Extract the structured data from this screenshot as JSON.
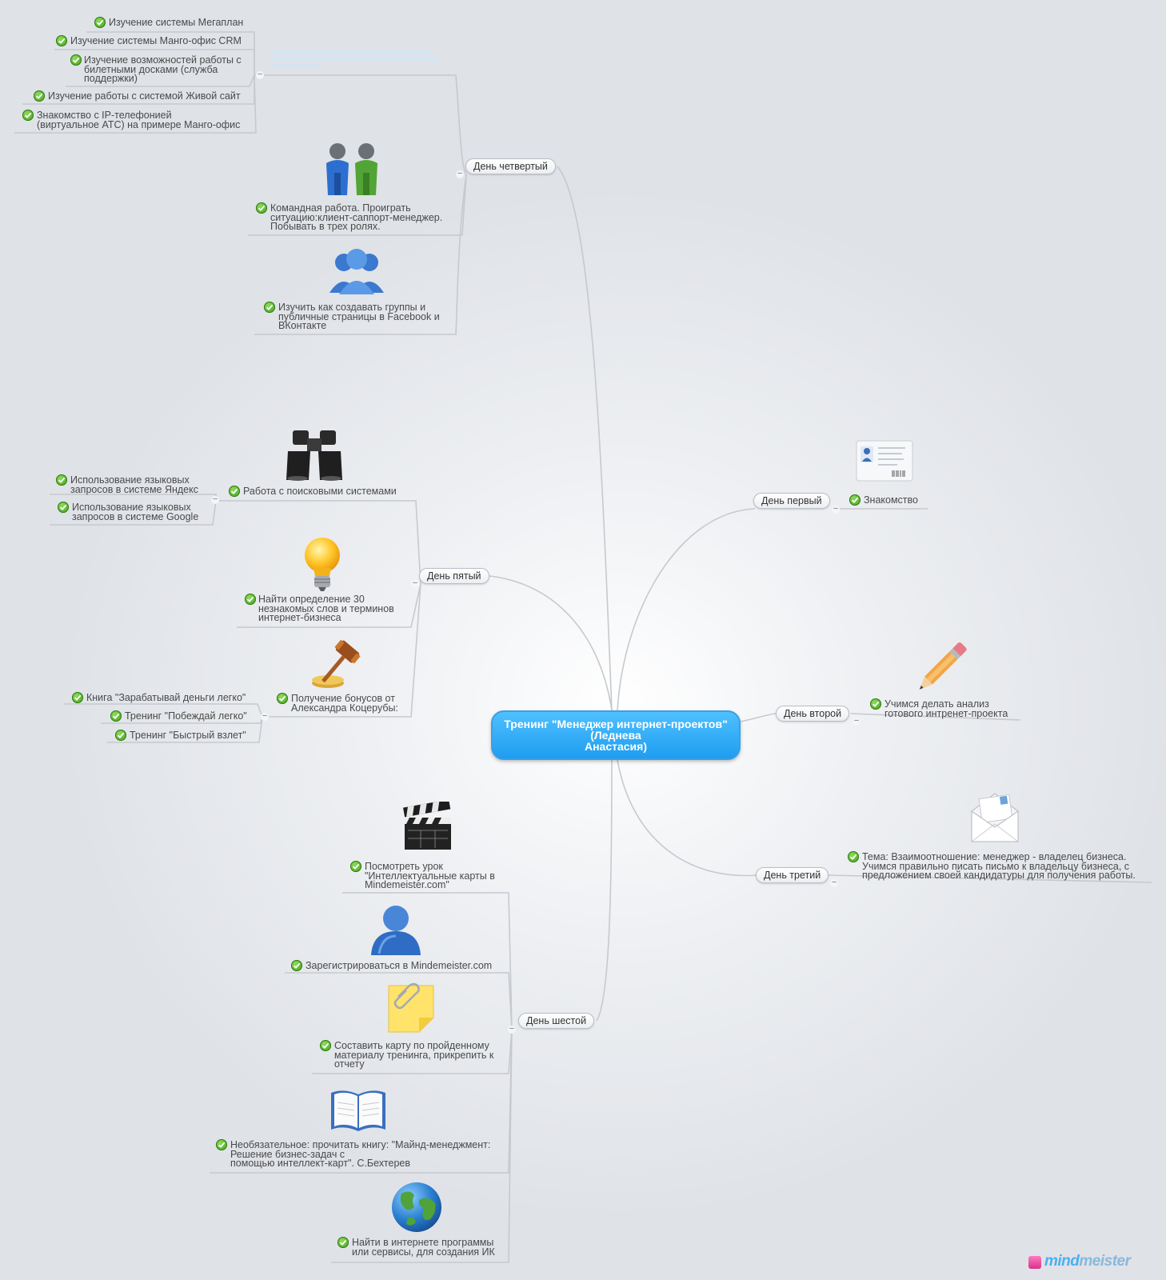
{
  "central_topic": "Тренинг \"Менеджер интернет-проектов\"\n(Леднева\nАнастасия)",
  "days": {
    "d1": "День первый",
    "d2": "День второй",
    "d3": "День третий",
    "d4": "День четвертый",
    "d5": "День пятый",
    "d6": "День шестой"
  },
  "nodes": {
    "d1_1": "Знакомство",
    "d2_1": "Учимся делать анализ\nготового интренет-проекта",
    "d3_1": "Тема: Взаимоотношение: менеджер - владелец бизнеса.\nУчимся правильно писать письмо к владельцу бизнеса, с\nпредложением своей кандидатуры для получения работы.",
    "d4_a1": "Изучение системы Мегаплан",
    "d4_a2": "Изучение системы Манго-офис CRM",
    "d4_a3": "Изучение возможностей работы с\nбилетными досками (служба\nподдержки)",
    "d4_a4": "Изучение работы с системой Живой сайт",
    "d4_a5": "Знакомство с IP-телефонией\n(виртуальное АТС) на примере Манго-офис",
    "d4_b": "Командная работа. Проиграть\nситуацию:клиент-саппорт-менеджер.\nПобывать в трех ролях.",
    "d4_c": "Изучить как создавать группы и\nпубличные страницы  в Facebook и\nВКонтакте",
    "d5_a": "Работа с поисковыми системами",
    "d5_a1": "Использование языковых\nзапросов в системе Яндекс",
    "d5_a2": "Использование языковых\nзапросов в системе Google",
    "d5_b": "Найти определение 30\nнезнакомых слов и терминов\nинтернет-бизнеса",
    "d5_c": "Получение бонусов от\nАлександра Коцерубы:",
    "d5_c1": "Книга \"Зарабатывай деньги легко\"",
    "d5_c2": "Тренинг \"Побеждай легко\"",
    "d5_c3": "Тренинг \"Быстрый взлет\"",
    "d6_a": "Посмотреть урок\n\"Интеллектуальные карты в\nMindemeister.com\"",
    "d6_b": "Зарегистрироваться в Mindemeister.com",
    "d6_c": "Составить карту по пройденному\nматериалу тренинга, прикрепить к\nотчету",
    "d6_d": "Необязательное: прочитать книгу: \"Майнд-менеджмент:\nРешение бизнес-задач с\nпомощью интеллект-карт\". С.Бехтерев",
    "d6_e": "Найти в интернете программы\nили сервисы, для создания ИК"
  },
  "collapse_symbol": "–",
  "logo": {
    "mind": "mind",
    "meister": "meister"
  },
  "icons": {
    "d1_1": "id-card-icon",
    "d2_1": "pencil-icon",
    "d3_1": "envelope-icon",
    "d4_b": "team-icon",
    "d4_c": "user-group-icon",
    "d5_a": "binoculars-icon",
    "d5_b": "lightbulb-icon",
    "d5_c": "gavel-coins-icon",
    "d6_a": "clapperboard-icon",
    "d6_b": "user-icon",
    "d6_c": "sticky-note-icon",
    "d6_d": "book-icon",
    "d6_e": "globe-icon"
  },
  "colors": {
    "central_fill": "#1e9df0",
    "connector": "#c4c7cc",
    "check": "#3f9b1c",
    "logo": "#4ab0f0"
  }
}
